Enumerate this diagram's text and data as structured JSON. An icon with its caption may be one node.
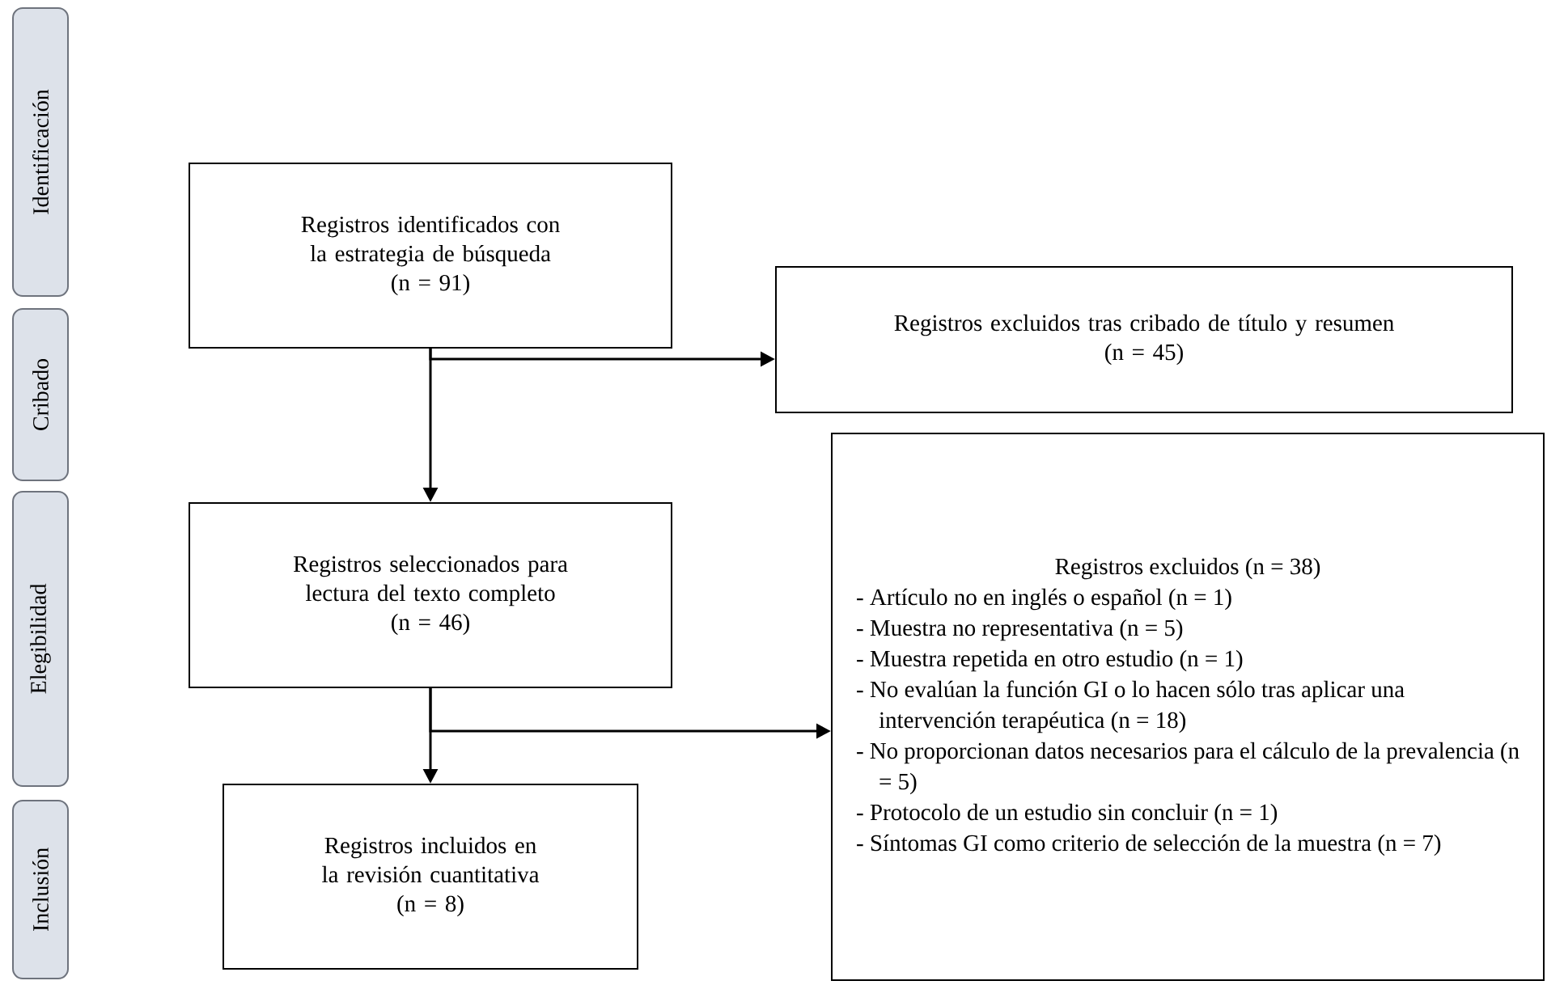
{
  "diagram": {
    "nodes": [
      {
        "text": [
          "Identificación"
        ]
      },
      {
        "text": [
          "Cribado"
        ]
      },
      {
        "text": [
          "Elegibilidad"
        ]
      },
      {
        "text": [
          "Inclusión"
        ]
      },
      {
        "text": [
          "Registros identificados con la estrategia de búsqueda",
          "(n = 91)"
        ]
      },
      {
        "text": [
          "Registros excluidos tras cribado de título y resumen",
          "(n = 45)"
        ]
      },
      {
        "text": [
          "Registros seleccionados para lectura del texto completo",
          "(n = 46)"
        ]
      },
      {
        "text": [
          "Registros excluidos (n = 38)",
          "- Artículo no en inglés o español (n = 1)",
          "- Muestra no representativa (n = 5)",
          "- Muestra repetida en otro estudio (n = 1)",
          "- No evalúan la función GI o lo hacen sólo tras aplicar una intervención terapéutica (n = 18)",
          "- No proporcionan datos necesarios para el cálculo de la prevalencia (n = 5)",
          "- Protocolo de un estudio sin concluir (n = 1)",
          "- Síntomas GI como criterio de selección de la muestra (n = 7)"
        ]
      },
      {
        "text": [
          "Registros incluidos en la revisión cuantitativa",
          "(n = 8)"
        ]
      }
    ],
    "edges": [
      {
        "from": 4,
        "to": 6,
        "arrow": "to"
      },
      {
        "from": 4,
        "to": 5,
        "arrow": "to"
      },
      {
        "from": 6,
        "to": 8,
        "arrow": "to"
      },
      {
        "from": 6,
        "to": 7,
        "arrow": "to"
      }
    ]
  }
}
